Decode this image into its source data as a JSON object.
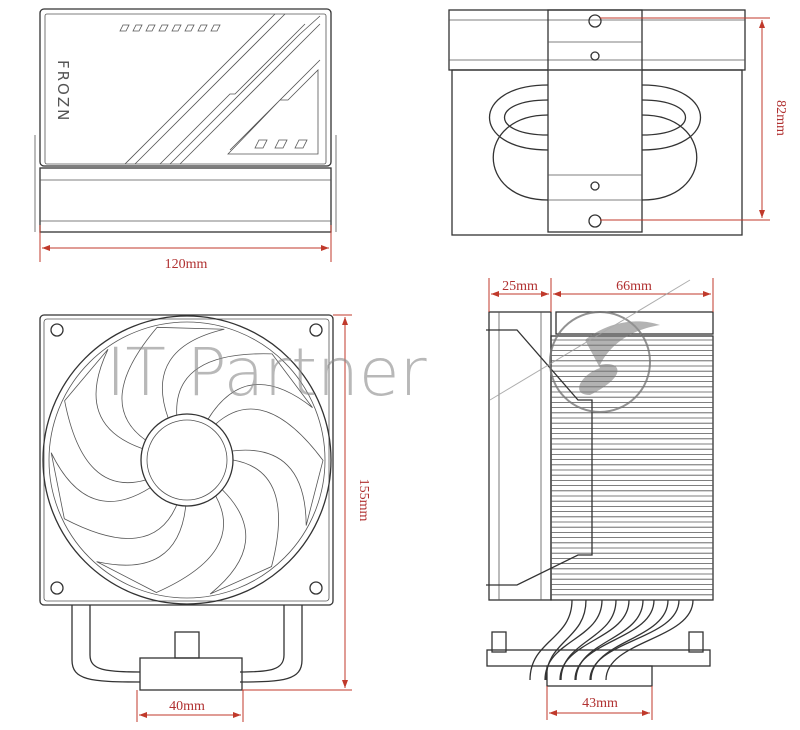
{
  "brand_logo": "FROZN",
  "watermark": "IT Partner",
  "dimension_color": "#c0392b",
  "views": {
    "front_top": {
      "width_label": "120mm"
    },
    "side_top": {
      "height_label": "82mm"
    },
    "front": {
      "height_label": "155mm",
      "base_label": "40mm"
    },
    "side": {
      "fan_depth_label": "25mm",
      "heatsink_depth_label": "66mm",
      "base_label": "43mm"
    }
  }
}
